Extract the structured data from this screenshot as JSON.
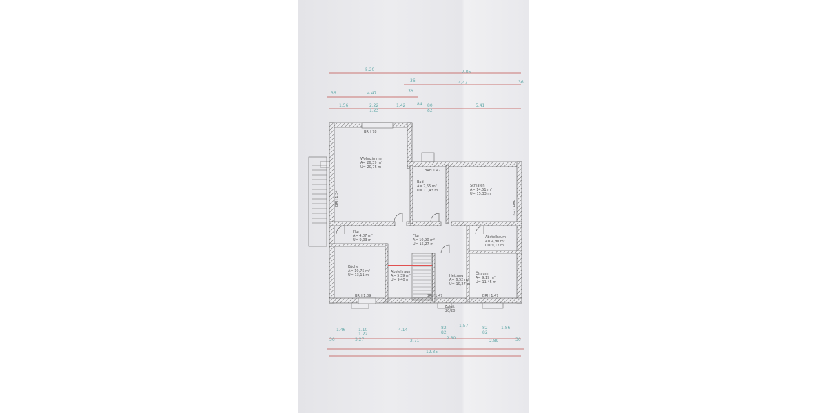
{
  "rooms": [
    {
      "name": "Wohnzimmer",
      "area": "A= 26,39 m²",
      "perimeter": "U= 20,75 m"
    },
    {
      "name": "Bad",
      "area": "A= 7,55 m²",
      "perimeter": "U= 11,43 m"
    },
    {
      "name": "Schlafen",
      "area": "A= 14,51 m²",
      "perimeter": "U= 15,33 m"
    },
    {
      "name": "Flur",
      "area": "A= 4,07 m²",
      "perimeter": "U= 9,03 m"
    },
    {
      "name": "Flur",
      "area": "A= 10,90 m²",
      "perimeter": "U= 15,27 m"
    },
    {
      "name": "Abstellraum",
      "area": "A= 4,90 m²",
      "perimeter": "U= 9,17 m"
    },
    {
      "name": "Küche",
      "area": "A= 10,75 m²",
      "perimeter": "U= 13,11 m"
    },
    {
      "name": "Abstellraum",
      "area": "A= 5,39 m²",
      "perimeter": "U= 9,40 m"
    },
    {
      "name": "Heizung",
      "area": "A= 6,52 m²",
      "perimeter": "U= 10,27 m"
    },
    {
      "name": "Ölraum",
      "area": "A= 9,19 m²",
      "perimeter": "U= 11,45 m"
    }
  ],
  "brh_labels": [
    "BRH 78",
    "BRH 1.47",
    "BRH 1.59",
    "BRH 1.34",
    "BRH 1.09",
    "BRH 1.47",
    "BRH 1.47",
    "Zuluft",
    "20/20"
  ],
  "dimensions_top": [
    "5.20",
    "7.05",
    "36",
    "4.47",
    "36",
    "36",
    "4.47",
    "36",
    "1.56",
    "2.22",
    "1.23",
    "1.42",
    "84",
    "80",
    "82",
    "5.41"
  ],
  "dimensions_bottom": [
    "1.46",
    "1.10",
    "1.22",
    "4.14",
    "82",
    "82",
    "1.57",
    "82",
    "82",
    "1.86",
    "36",
    "3.27",
    "2.71",
    "2.30",
    "2.89",
    "36",
    "12.35"
  ],
  "colors": {
    "dimension_line": "#c0504d",
    "wall": "#555555",
    "dimension_text": "#66aaaa"
  }
}
